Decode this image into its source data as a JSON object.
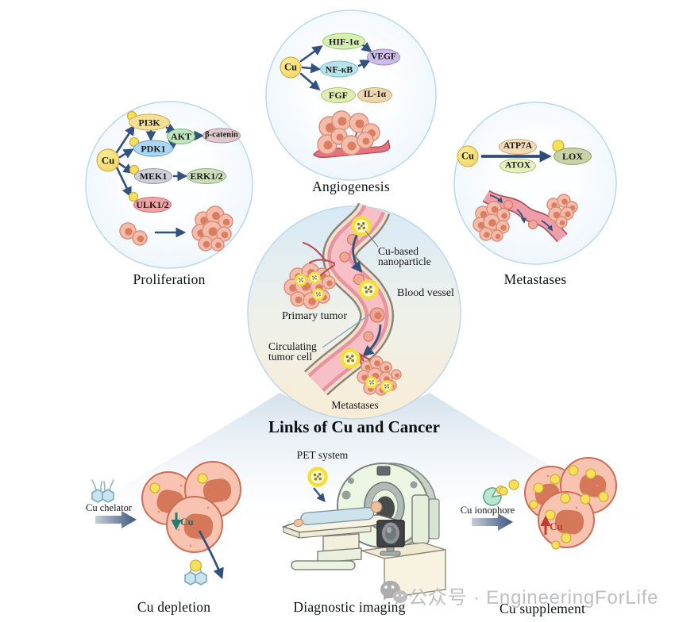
{
  "colors": {
    "arrow_navy": "#33517E",
    "cu_yellow": "#F5DC6B",
    "cell_pink": "#F6BCAB",
    "vessel_pink": "#E8939F",
    "circle_border": "#BCD8EC",
    "teal_depletion": "#1F7D72",
    "red_supplement": "#C23B30",
    "watermark_gray": "#BFBFBF"
  },
  "panels": {
    "angiogenesis": {
      "title": "Angiogenesis",
      "cu": "Cu",
      "nodes": {
        "hif": "HIF-1α",
        "nfkb": "NF-κB",
        "vegf": "VEGF",
        "fgf": "FGF",
        "il1a": "IL-1α"
      }
    },
    "proliferation": {
      "title": "Proliferation",
      "cu": "Cu",
      "nodes": {
        "pi3k": "PI3K",
        "pdk1": "PDK1",
        "akt": "AKT",
        "bcatenin": "β-catenin",
        "mek1": "MEK1",
        "erk12": "ERK1/2",
        "ulk12": "ULK1/2"
      }
    },
    "metastases": {
      "title": "Metastases",
      "cu": "Cu",
      "nodes": {
        "atp7a": "ATP7A",
        "atox": "ATOX",
        "lox": "LOX"
      }
    },
    "central": {
      "title": "Links of Cu and Cancer",
      "labels": {
        "nanoparticle_line1": "Cu-based",
        "nanoparticle_line2": "nanoparticle",
        "blood_vessel": "Blood vessel",
        "primary_tumor": "Primary tumor",
        "ctc_line1": "Circulating",
        "ctc_line2": "tumor cell",
        "metastases": "Metastases"
      }
    },
    "depletion": {
      "title": "Cu depletion",
      "chelator_label": "Cu chelator",
      "cu_marker": "Cu"
    },
    "imaging": {
      "title": "Diagnostic imaging",
      "pet_label": "PET system"
    },
    "supplement": {
      "title": "Cu supplement",
      "ionophore_label": "Cu ionophore",
      "cu_marker": "Cu"
    }
  },
  "watermark": {
    "text": "公众号 · EngineeringForLife"
  }
}
